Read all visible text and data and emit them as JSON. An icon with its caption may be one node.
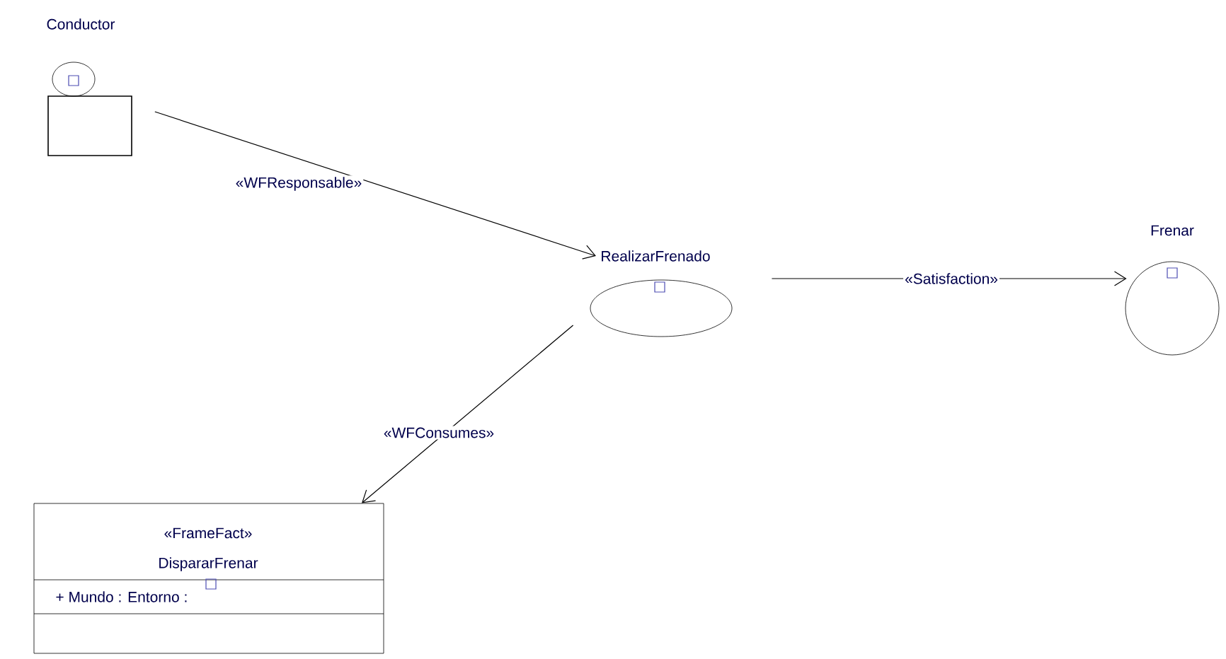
{
  "diagram": {
    "nodes": [
      {
        "text": [
          "Conductor"
        ]
      },
      {
        "text": [
          "RealizarFrenado"
        ]
      },
      {
        "text": [
          "Frenar"
        ]
      },
      {
        "text": [
          "«FrameFact»",
          "DispararFrenar",
          "+ Mundo : Entorno :"
        ]
      }
    ],
    "edges": [
      {
        "from": 0,
        "to": 1,
        "arrow": "to",
        "label": "«WFResponsable»"
      },
      {
        "from": 1,
        "to": 2,
        "arrow": "to",
        "label": "«Satisfaction»"
      },
      {
        "from": 1,
        "to": 3,
        "arrow": "to",
        "label": "«WFConsumes»"
      }
    ]
  }
}
